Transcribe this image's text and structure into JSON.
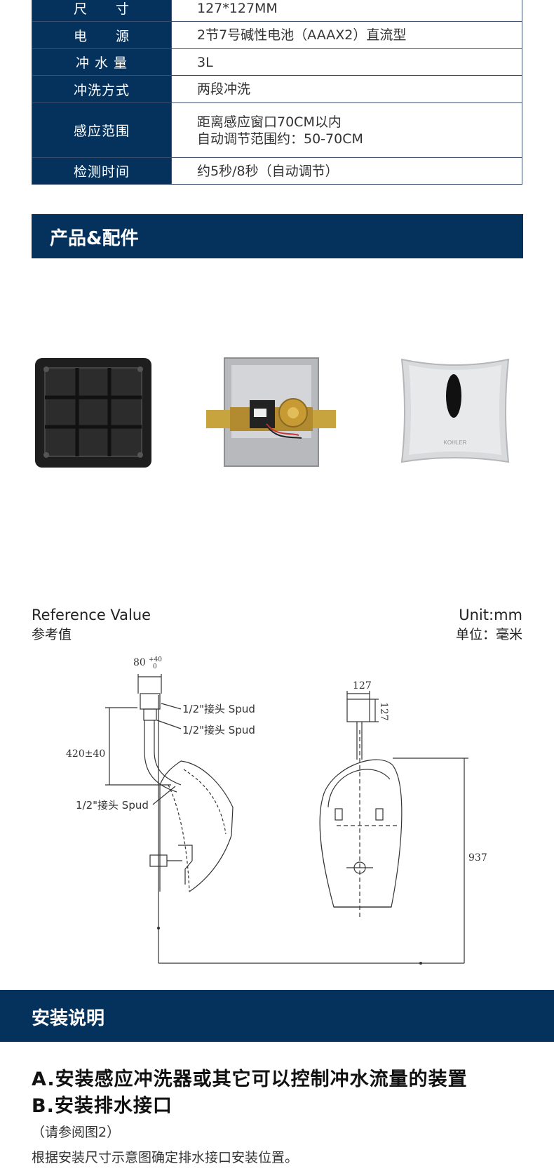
{
  "spec_table": {
    "rows": [
      {
        "label": "尺　　寸",
        "value": [
          "127*127MM"
        ]
      },
      {
        "label": "电　　源",
        "value": [
          "2节7号碱性电池（AAAX2）直流型"
        ]
      },
      {
        "label": "冲 水 量",
        "value": [
          "3L"
        ]
      },
      {
        "label": "冲洗方式",
        "value": [
          "两段冲洗"
        ]
      },
      {
        "label": "感应范围",
        "value": [
          "距离感应窗口70CM以内",
          "自动调节范围约：50-70CM"
        ]
      },
      {
        "label": "检测时间",
        "value": [
          "约5秒/8秒（自动调节）"
        ]
      }
    ]
  },
  "products_section": {
    "title": "产品&配件"
  },
  "products": [
    {
      "name": "back-box"
    },
    {
      "name": "valve-assembly"
    },
    {
      "name": "cover-plate",
      "brand_text": "KOHLER"
    }
  ],
  "reference": {
    "title_en": "Reference Value",
    "title_cn": "参考值",
    "unit_en": "Unit:mm",
    "unit_cn": "单位：毫米"
  },
  "diagram": {
    "dim_top": "80",
    "dim_top_tol_plus": "+40",
    "dim_top_tol_zero": "0",
    "spud_1": "1/2\"接头 Spud",
    "spud_2": "1/2\"接头 Spud",
    "spud_3": "1/2\"接头 Spud",
    "dim_height": "420±40",
    "dim_width": "127",
    "dim_depth": "127",
    "dim_total": "937"
  },
  "install_section": {
    "title": "安装说明"
  },
  "install": {
    "step_a": "A.安装感应冲洗器或其它可以控制冲水流量的装置",
    "step_b": "B.安装排水接口",
    "ref_note": "（请参阅图2）",
    "desc": "根据安装尺寸示意图确定排水接口安装位置。"
  }
}
